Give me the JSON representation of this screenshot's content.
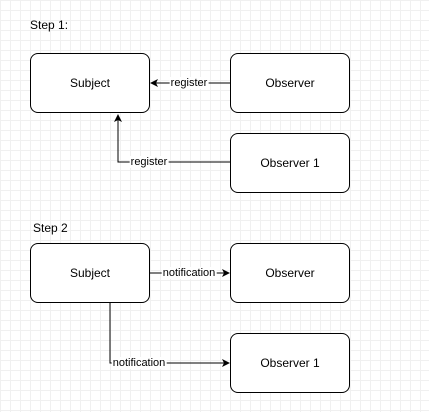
{
  "step1": {
    "title": "Step 1:",
    "subject": "Subject",
    "observer": "Observer",
    "observer1": "Observer 1",
    "edge_register_top": "register",
    "edge_register_bottom": "register"
  },
  "step2": {
    "title": "Step 2",
    "subject": "Subject",
    "observer": "Observer",
    "observer1": "Observer 1",
    "edge_notification_top": "notification",
    "edge_notification_bottom": "notification"
  },
  "colors": {
    "stroke": "#000000",
    "node_fill": "#ffffff",
    "grid_minor": "#f0f0f0",
    "grid_major": "#e3e3e3"
  }
}
